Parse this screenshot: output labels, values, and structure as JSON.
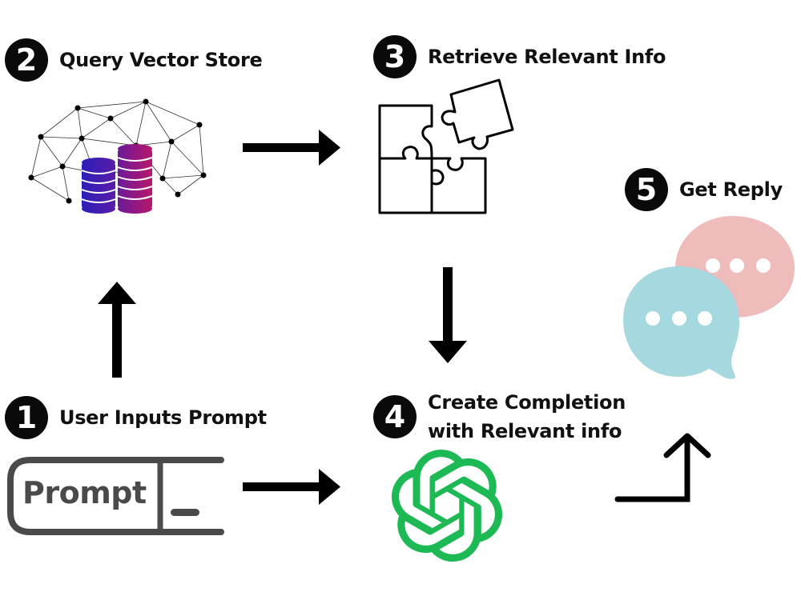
{
  "steps": [
    {
      "number": "1",
      "label": "User Inputs Prompt"
    },
    {
      "number": "2",
      "label": "Query Vector Store"
    },
    {
      "number": "3",
      "label": "Retrieve Relevant Info"
    },
    {
      "number": "4",
      "label_line1": "Create Completion",
      "label_line2": "with Relevant info"
    },
    {
      "number": "5",
      "label": "Get Reply"
    }
  ],
  "prompt_box": {
    "text": "Prompt",
    "cursor": "_"
  },
  "icons": {
    "step1": "prompt-input-icon",
    "step2": "vector-database-network-icon",
    "step3": "puzzle-pieces-icon",
    "step4": "openai-logo-icon",
    "step5": "chat-bubbles-icon"
  },
  "colors": {
    "badge": "#0a0a0a",
    "openai_green": "#1db954",
    "bubble_pink": "#efbcbc",
    "bubble_teal": "#a6d8df",
    "db_blue": "#3b1fb0",
    "db_magenta": "#a0186f",
    "prompt_gray": "#4a4a4a"
  }
}
